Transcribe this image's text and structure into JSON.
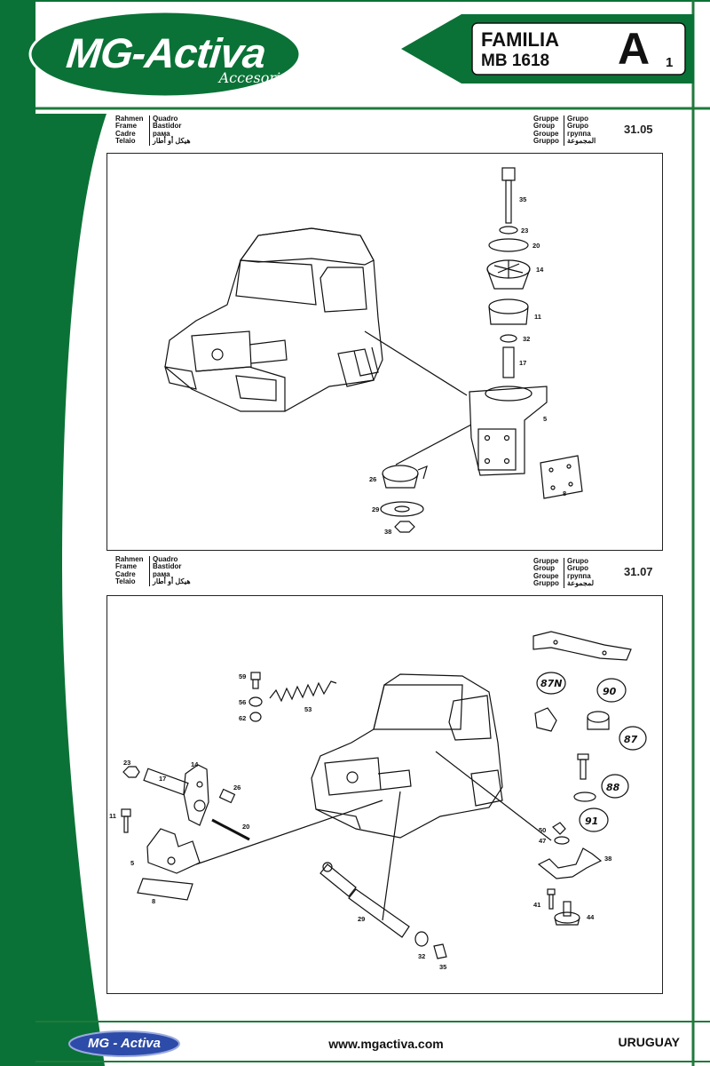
{
  "brand": {
    "name": "MG-Activa",
    "tagline": "Accesorios",
    "colors": {
      "green": "#0a7236",
      "border": "#1f7a3c",
      "text": "#111111"
    }
  },
  "family_badge": {
    "label": "FAMILIA",
    "model": "MB 1618",
    "letter": "A",
    "number": "1"
  },
  "sections": [
    {
      "labels_left": [
        "Rahmen",
        "Frame",
        "Cadre",
        "Telaio"
      ],
      "labels_left_translations": [
        "Quadro",
        "Bastidor",
        "рама",
        "هيكل أو أطار"
      ],
      "group_labels": [
        "Gruppe",
        "Group",
        "Groupe",
        "Gruppo"
      ],
      "group_translations": [
        "Grupo",
        "Grupo",
        "группа",
        "المجموعة"
      ],
      "code": "31.05",
      "part_numbers": [
        "35",
        "23",
        "20",
        "14",
        "11",
        "32",
        "17",
        "5",
        "26",
        "29",
        "38",
        "8"
      ]
    },
    {
      "labels_left": [
        "Rahmen",
        "Frame",
        "Cadre",
        "Telaio"
      ],
      "labels_left_translations": [
        "Quadro",
        "Bastidor",
        "рама",
        "هيكل أو أطار"
      ],
      "group_labels": [
        "Gruppe",
        "Group",
        "Groupe",
        "Gruppo"
      ],
      "group_translations": [
        "Grupo",
        "Grupo",
        "группа",
        "لمجموعة"
      ],
      "code": "31.07",
      "part_numbers": [
        "59",
        "56",
        "62",
        "53",
        "23",
        "14",
        "17",
        "26",
        "11",
        "20",
        "5",
        "8",
        "29",
        "32",
        "35",
        "50",
        "47",
        "38",
        "41",
        "44"
      ],
      "handwritten_numbers": [
        "87N",
        "90",
        "87",
        "88",
        "91"
      ]
    }
  ],
  "footer": {
    "logo_text": "MG - Activa",
    "website": "www.mgactiva.com",
    "country": "URUGUAY"
  }
}
